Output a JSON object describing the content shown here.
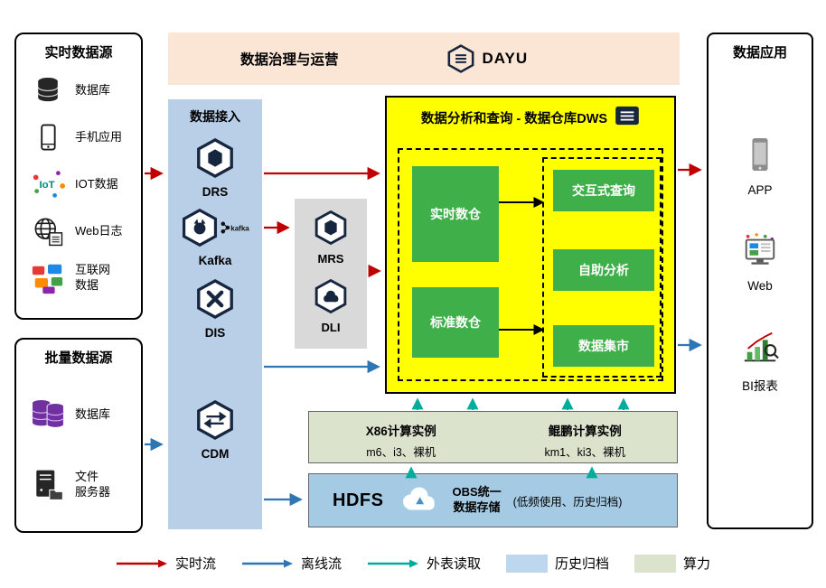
{
  "governance": {
    "title": "数据治理与运营",
    "logo_text": "DAYU"
  },
  "realtime_sources": {
    "title": "实时数据源",
    "iot_icon_text": "IoT",
    "items": [
      {
        "label": "数据库",
        "icon": "database-icon"
      },
      {
        "label": "手机应用",
        "icon": "mobile-app-icon"
      },
      {
        "label": "IOT数据",
        "icon": "iot-icon"
      },
      {
        "label": "Web日志",
        "icon": "web-log-icon"
      },
      {
        "label": "互联网\n数据",
        "icon": "internet-data-icon"
      }
    ]
  },
  "batch_sources": {
    "title": "批量数据源",
    "items": [
      {
        "label": "数据库",
        "icon": "database-purple-icon"
      },
      {
        "label": "文件\n服务器",
        "icon": "file-server-icon"
      }
    ]
  },
  "ingestion": {
    "title": "数据接入",
    "kafka_logo_text": "kafka",
    "items": [
      {
        "label": "DRS",
        "icon": "drs-hexagon-icon"
      },
      {
        "label": "Kafka",
        "icon": "kafka-hexagon-icon"
      },
      {
        "label": "DIS",
        "icon": "dis-hexagon-icon"
      },
      {
        "label": "CDM",
        "icon": "cdm-hexagon-icon"
      }
    ]
  },
  "processing": {
    "items": [
      {
        "label": "MRS",
        "icon": "mrs-hexagon-icon"
      },
      {
        "label": "DLI",
        "icon": "dli-hexagon-icon"
      }
    ]
  },
  "dws": {
    "title": "数据分析和查询 - 数据仓库DWS",
    "left_boxes": [
      {
        "label": "实时数仓"
      },
      {
        "label": "标准数仓"
      }
    ],
    "right_boxes": [
      {
        "label": "交互式查询"
      },
      {
        "label": "自助分析"
      },
      {
        "label": "数据集市"
      }
    ]
  },
  "compute": {
    "items": [
      {
        "name": "X86计算实例",
        "detail": "m6、i3、裸机"
      },
      {
        "name": "鲲鹏计算实例",
        "detail": "km1、ki3、裸机"
      }
    ]
  },
  "storage": {
    "hdfs_label": "HDFS",
    "obs_label": "OBS统一\n数据存储",
    "note": "(低频使用、历史归档)"
  },
  "applications": {
    "title": "数据应用",
    "items": [
      {
        "label": "APP",
        "icon": "app-phone-icon"
      },
      {
        "label": "Web",
        "icon": "web-browser-icon"
      },
      {
        "label": "BI报表",
        "icon": "bi-report-icon"
      }
    ]
  },
  "legend": {
    "items": [
      {
        "label": "实时流",
        "kind": "arrow",
        "color": "#C00000"
      },
      {
        "label": "离线流",
        "kind": "arrow",
        "color": "#2E75B6"
      },
      {
        "label": "外表读取",
        "kind": "arrow",
        "color": "#00AD9C"
      },
      {
        "label": "历史归档",
        "kind": "swatch",
        "color": "#BDD7EE"
      },
      {
        "label": "算力",
        "kind": "swatch",
        "color": "#DCE3CC"
      }
    ]
  },
  "colors": {
    "governance_bg": "#FBE5D5",
    "ingestion_bg": "#B9CFE8",
    "processing_bg": "#D9D9D9",
    "dws_bg": "#FFFF00",
    "green_box": "#3FB049",
    "compute_bg": "#DCE3CC",
    "storage_bg": "#A5CBE4",
    "realtime_arrow": "#C00000",
    "offline_arrow": "#2E75B6",
    "external_arrow": "#00AD9C"
  }
}
